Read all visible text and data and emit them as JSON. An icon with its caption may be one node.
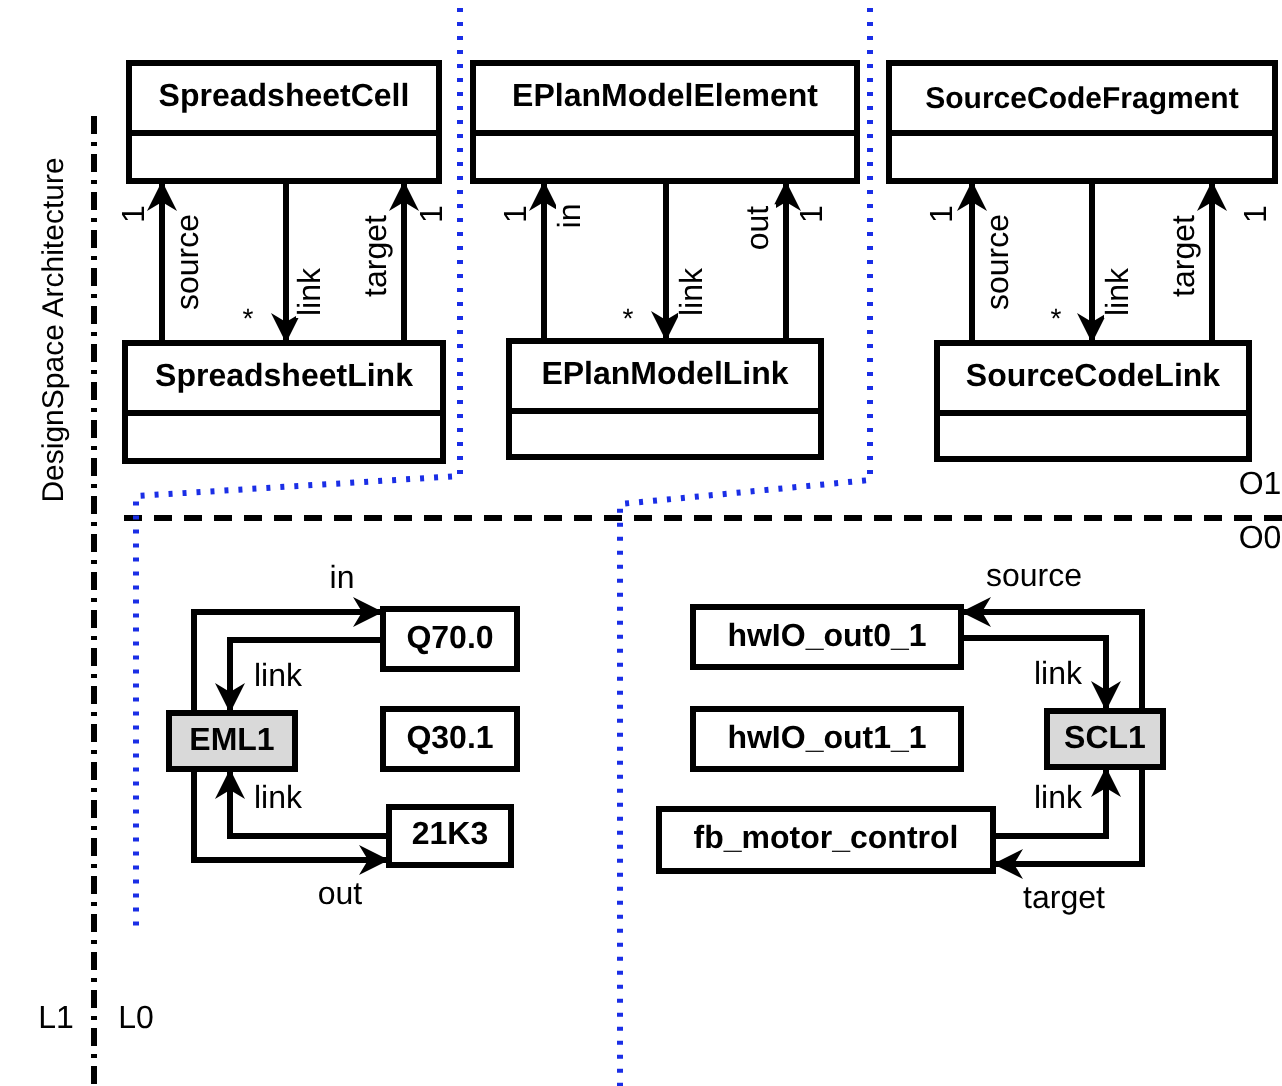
{
  "diagram": {
    "nodes": [
      {
        "text": [
          "SpreadsheetCell"
        ]
      },
      {
        "text": [
          "EPlanModelElement"
        ]
      },
      {
        "text": [
          "SourceCodeFragment"
        ]
      },
      {
        "text": [
          "SpreadsheetLink"
        ]
      },
      {
        "text": [
          "EPlanModelLink"
        ]
      },
      {
        "text": [
          "SourceCodeLink"
        ]
      },
      {
        "text": [
          "Q70.0"
        ]
      },
      {
        "text": [
          "EML1"
        ]
      },
      {
        "text": [
          "Q30.1"
        ]
      },
      {
        "text": [
          "21K3"
        ]
      },
      {
        "text": [
          "hwIO_out0_1"
        ]
      },
      {
        "text": [
          "hwIO_out1_1"
        ]
      },
      {
        "text": [
          "SCL1"
        ]
      },
      {
        "text": [
          "fb_motor_control"
        ]
      }
    ],
    "edges": [
      {
        "from": 3,
        "to": 0,
        "arrow": "to",
        "label": "source"
      },
      {
        "from": 0,
        "to": 3,
        "arrow": "to",
        "label": "link"
      },
      {
        "from": 3,
        "to": 0,
        "arrow": "to",
        "label": "target"
      },
      {
        "from": 4,
        "to": 1,
        "arrow": "to",
        "label": "in"
      },
      {
        "from": 1,
        "to": 4,
        "arrow": "to",
        "label": "link"
      },
      {
        "from": 4,
        "to": 1,
        "arrow": "to",
        "label": "out"
      },
      {
        "from": 5,
        "to": 2,
        "arrow": "to",
        "label": "source"
      },
      {
        "from": 2,
        "to": 5,
        "arrow": "to",
        "label": "link"
      },
      {
        "from": 5,
        "to": 2,
        "arrow": "to",
        "label": "target"
      },
      {
        "from": 7,
        "to": 6,
        "arrow": "to",
        "label": "in"
      },
      {
        "from": 6,
        "to": 7,
        "arrow": "to",
        "label": "link"
      },
      {
        "from": 9,
        "to": 7,
        "arrow": "to",
        "label": "link"
      },
      {
        "from": 7,
        "to": 9,
        "arrow": "to",
        "label": "out"
      },
      {
        "from": 12,
        "to": 10,
        "arrow": "to",
        "label": "source"
      },
      {
        "from": 10,
        "to": 12,
        "arrow": "to",
        "label": "link"
      },
      {
        "from": 13,
        "to": 12,
        "arrow": "to",
        "label": "link"
      },
      {
        "from": 12,
        "to": 13,
        "arrow": "to",
        "label": "target"
      }
    ],
    "labels": [
      "DesignSpace Architecture",
      "1",
      "*",
      "1",
      "1",
      "*",
      "1",
      "1",
      "*",
      "1",
      "O1",
      "O0",
      "L1",
      "L0"
    ]
  }
}
